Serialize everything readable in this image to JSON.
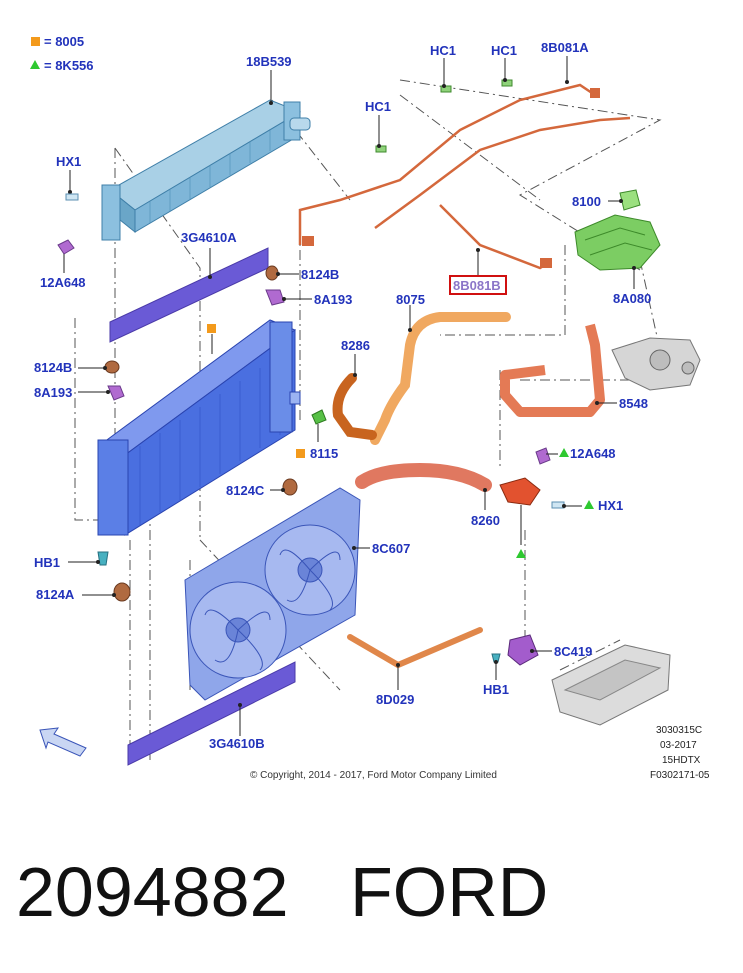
{
  "legend": {
    "square_label": "= 8005",
    "triangle_label": "= 8K556",
    "square_color": "#f39a1c",
    "triangle_color": "#2ec830"
  },
  "callouts": {
    "c18B539": "18B539",
    "hx1_top": "HX1",
    "c12A648_left": "12A648",
    "c3G4610A": "3G4610A",
    "c8124B_left": "8124B",
    "c8A193_left": "8A193",
    "hb1_left": "HB1",
    "c8124A": "8124A",
    "c3G4610B": "3G4610B",
    "hc1_a": "HC1",
    "hc1_b": "HC1",
    "hc1_c": "HC1",
    "c8B081A": "8B081A",
    "c8B081B": "8B081B",
    "c8100": "8100",
    "c8A080": "8A080",
    "c8124B_mid": "8124B",
    "c8A193_mid": "8A193",
    "c8075": "8075",
    "c8286": "8286",
    "c8115": "8115",
    "c8124C": "8124C",
    "c8548": "8548",
    "c12A648_right": "12A648",
    "hx1_right": "HX1",
    "c8260": "8260",
    "c8C607": "8C607",
    "c8C419": "8C419",
    "hb1_right": "HB1",
    "c8D029": "8D029"
  },
  "info_block": {
    "line1": "3030315C",
    "line2": "03-2017",
    "line3": "15HDTX",
    "line4": "F0302171-05"
  },
  "copyright": "© Copyright, 2014 - 2017, Ford Motor Company Limited",
  "footer": {
    "part_number": "2094882",
    "brand": "FORD"
  },
  "colors": {
    "label_blue": "#2233bb",
    "highlight_red": "#d01010",
    "hose_orange": "#e0874a",
    "radiator_blue": "#4a6fe0",
    "intercooler_blue": "#7fb6d8",
    "reservoir_green": "#7ccd63",
    "fan_blue": "#8fa6ea",
    "strip_purple": "#6a5ad6"
  }
}
